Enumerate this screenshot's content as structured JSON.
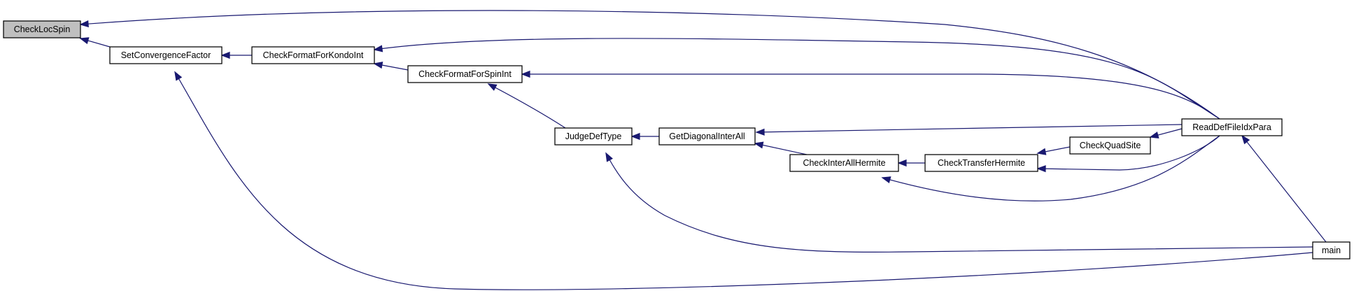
{
  "colors": {
    "edge": "#191970",
    "node_fill": "#ffffff",
    "root_fill": "#bfbfbf",
    "node_border": "#000000"
  },
  "nodes": [
    {
      "id": "n_checklocspin",
      "label": "CheckLocSpin",
      "root": true
    },
    {
      "id": "n_setconvergencefactor",
      "label": "SetConvergenceFactor"
    },
    {
      "id": "n_checkformatforkondoint",
      "label": "CheckFormatForKondoInt"
    },
    {
      "id": "n_checkformatforspinint",
      "label": "CheckFormatForSpinInt"
    },
    {
      "id": "n_judgedeftype",
      "label": "JudgeDefType"
    },
    {
      "id": "n_getdiagonalinterall",
      "label": "GetDiagonalInterAll"
    },
    {
      "id": "n_checkinterallhermite",
      "label": "CheckInterAllHermite"
    },
    {
      "id": "n_checktransferhermite",
      "label": "CheckTransferHermite"
    },
    {
      "id": "n_checkquadsite",
      "label": "CheckQuadSite"
    },
    {
      "id": "n_readdeffileidxpara",
      "label": "ReadDefFileIdxPara"
    },
    {
      "id": "n_main",
      "label": "main"
    }
  ],
  "edges": [
    {
      "from": "n_setconvergencefactor",
      "to": "n_checklocspin"
    },
    {
      "from": "n_readdeffileidxpara",
      "to": "n_checklocspin"
    },
    {
      "from": "n_checkformatforkondoint",
      "to": "n_setconvergencefactor"
    },
    {
      "from": "n_main",
      "to": "n_setconvergencefactor"
    },
    {
      "from": "n_checkformatforspinint",
      "to": "n_checkformatforkondoint"
    },
    {
      "from": "n_readdeffileidxpara",
      "to": "n_checkformatforkondoint"
    },
    {
      "from": "n_judgedeftype",
      "to": "n_checkformatforspinint"
    },
    {
      "from": "n_readdeffileidxpara",
      "to": "n_checkformatforspinint"
    },
    {
      "from": "n_getdiagonalinterall",
      "to": "n_judgedeftype"
    },
    {
      "from": "n_main",
      "to": "n_judgedeftype"
    },
    {
      "from": "n_checkinterallhermite",
      "to": "n_getdiagonalinterall"
    },
    {
      "from": "n_readdeffileidxpara",
      "to": "n_getdiagonalinterall"
    },
    {
      "from": "n_checktransferhermite",
      "to": "n_checkinterallhermite"
    },
    {
      "from": "n_readdeffileidxpara",
      "to": "n_checkinterallhermite"
    },
    {
      "from": "n_checkquadsite",
      "to": "n_checktransferhermite"
    },
    {
      "from": "n_readdeffileidxpara",
      "to": "n_checktransferhermite"
    },
    {
      "from": "n_readdeffileidxpara",
      "to": "n_checkquadsite"
    },
    {
      "from": "n_main",
      "to": "n_readdeffileidxpara"
    }
  ]
}
